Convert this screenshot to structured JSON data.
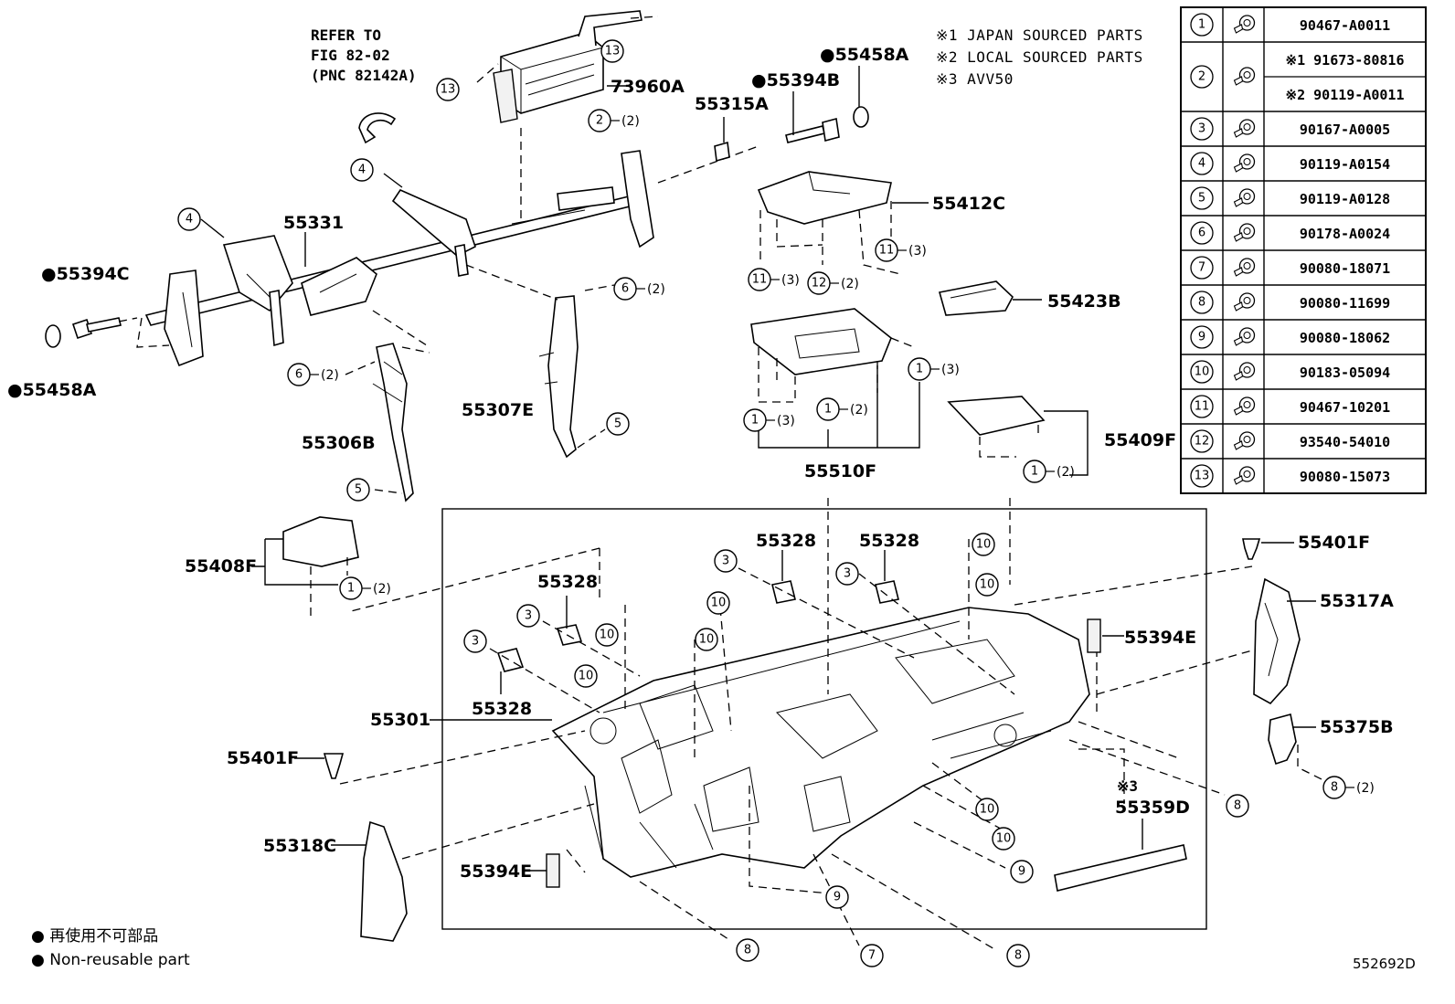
{
  "notes": {
    "refer_line1": "REFER TO",
    "refer_line2": "FIG 82-02",
    "refer_line3": "(PNC 82142A)",
    "note1": "※1 JAPAN SOURCED PARTS",
    "note2": "※2 LOCAL SOURCED PARTS",
    "note3": "※3 AVV50"
  },
  "legend": {
    "jp": "● 再使用不可部品",
    "en": "● Non-reusable part"
  },
  "figure_id": "552692D",
  "part_labels": {
    "p73960A": "73960A",
    "p55458A_top": "●55458A",
    "p55394B": "●55394B",
    "p55315A": "55315A",
    "p55412C": "55412C",
    "p55331": "55331",
    "p55394C": "●55394C",
    "p55458A_left": "●55458A",
    "p55423B": "55423B",
    "p55307E": "55307E",
    "p55306B": "55306B",
    "p55510F": "55510F",
    "p55409F": "55409F",
    "p55408F": "55408F",
    "p55328_a": "55328",
    "p55328_b": "55328",
    "p55328_c": "55328",
    "p55328_d": "55328",
    "p55401F_right": "55401F",
    "p55317A": "55317A",
    "p55394E_right": "55394E",
    "p55301": "55301",
    "p55401F_left": "55401F",
    "p55375B": "55375B",
    "p55359D_note": "※3",
    "p55359D": "55359D",
    "p55318C": "55318C",
    "p55394E_left": "55394E"
  },
  "callouts": {
    "c13a": "13",
    "c13b": "13",
    "c2": "2",
    "c2q": "(2)",
    "c4a": "4",
    "c4b": "4",
    "c6a": "6",
    "c6aq": "(2)",
    "c6b": "6",
    "c6bq": "(2)",
    "c5a": "5",
    "c5b": "5",
    "c11a": "11",
    "c11aq": "(3)",
    "c11b": "11",
    "c11bq": "(3)",
    "c12": "12",
    "c12q": "(2)",
    "c1a": "1",
    "c1aq": "(3)",
    "c1b": "1",
    "c1bq": "(2)",
    "c1c": "1",
    "c1cq": "(3)",
    "c1d": "1",
    "c1dq": "(2)",
    "c1e": "1",
    "c1eq": "(2)",
    "c3a": "3",
    "c3b": "3",
    "c3c": "3",
    "c3d": "3",
    "c10a": "10",
    "c10b": "10",
    "c10c": "10",
    "c10d": "10",
    "c10e": "10",
    "c10f": "10",
    "c10g": "10",
    "c10h": "10",
    "c8a": "8",
    "c8b": "8",
    "c8c": "8",
    "c8d": "8",
    "c8dq": "(2)",
    "c9a": "9",
    "c9b": "9",
    "c7": "7"
  },
  "fastener_table": {
    "rows": [
      {
        "no": "1",
        "pns": [
          "90467-A0011"
        ]
      },
      {
        "no": "2",
        "pns": [
          "※1 91673-80816",
          "※2 90119-A0011"
        ]
      },
      {
        "no": "3",
        "pns": [
          "90167-A0005"
        ]
      },
      {
        "no": "4",
        "pns": [
          "90119-A0154"
        ]
      },
      {
        "no": "5",
        "pns": [
          "90119-A0128"
        ]
      },
      {
        "no": "6",
        "pns": [
          "90178-A0024"
        ]
      },
      {
        "no": "7",
        "pns": [
          "90080-18071"
        ]
      },
      {
        "no": "8",
        "pns": [
          "90080-11699"
        ]
      },
      {
        "no": "9",
        "pns": [
          "90080-18062"
        ]
      },
      {
        "no": "10",
        "pns": [
          "90183-05094"
        ]
      },
      {
        "no": "11",
        "pns": [
          "90467-10201"
        ]
      },
      {
        "no": "12",
        "pns": [
          "93540-54010"
        ]
      },
      {
        "no": "13",
        "pns": [
          "90080-15073"
        ]
      }
    ]
  }
}
